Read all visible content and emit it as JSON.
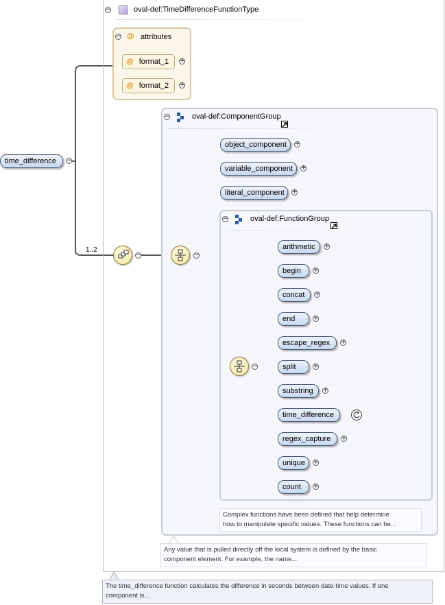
{
  "root": {
    "label": "time_difference"
  },
  "type_box": {
    "title": "oval-def:TimeDifferenceFunctionType"
  },
  "attributes": {
    "title": "attributes",
    "items": [
      "format_1",
      "format_2"
    ]
  },
  "multiplicity": "1..2",
  "component_group": {
    "title": "oval-def:ComponentGroup",
    "items": [
      "object_component",
      "variable_component",
      "literal_component"
    ],
    "note": [
      "Complex functions have been defined that help determine",
      "how to manipulate specific values. These functions can be..."
    ]
  },
  "function_group": {
    "title": "oval-def:FunctionGroup",
    "items": [
      "arithmetic",
      "begin",
      "concat",
      "end",
      "escape_regex",
      "split",
      "substring",
      "time_difference",
      "regex_capture",
      "unique",
      "count"
    ]
  },
  "component_note": [
    "Any value that is pulled directly off the local system is defined by the basic",
    "component element. For example, the name..."
  ],
  "root_note": [
    "The time_difference function calculates the difference in seconds between date-time values. If one",
    "component is..."
  ],
  "colors": {
    "node_border": "#4a5a7a",
    "node_fill": "#c9d8ee",
    "attr_fill": "#fdf4e2",
    "compositor": "#f2e3a0"
  }
}
